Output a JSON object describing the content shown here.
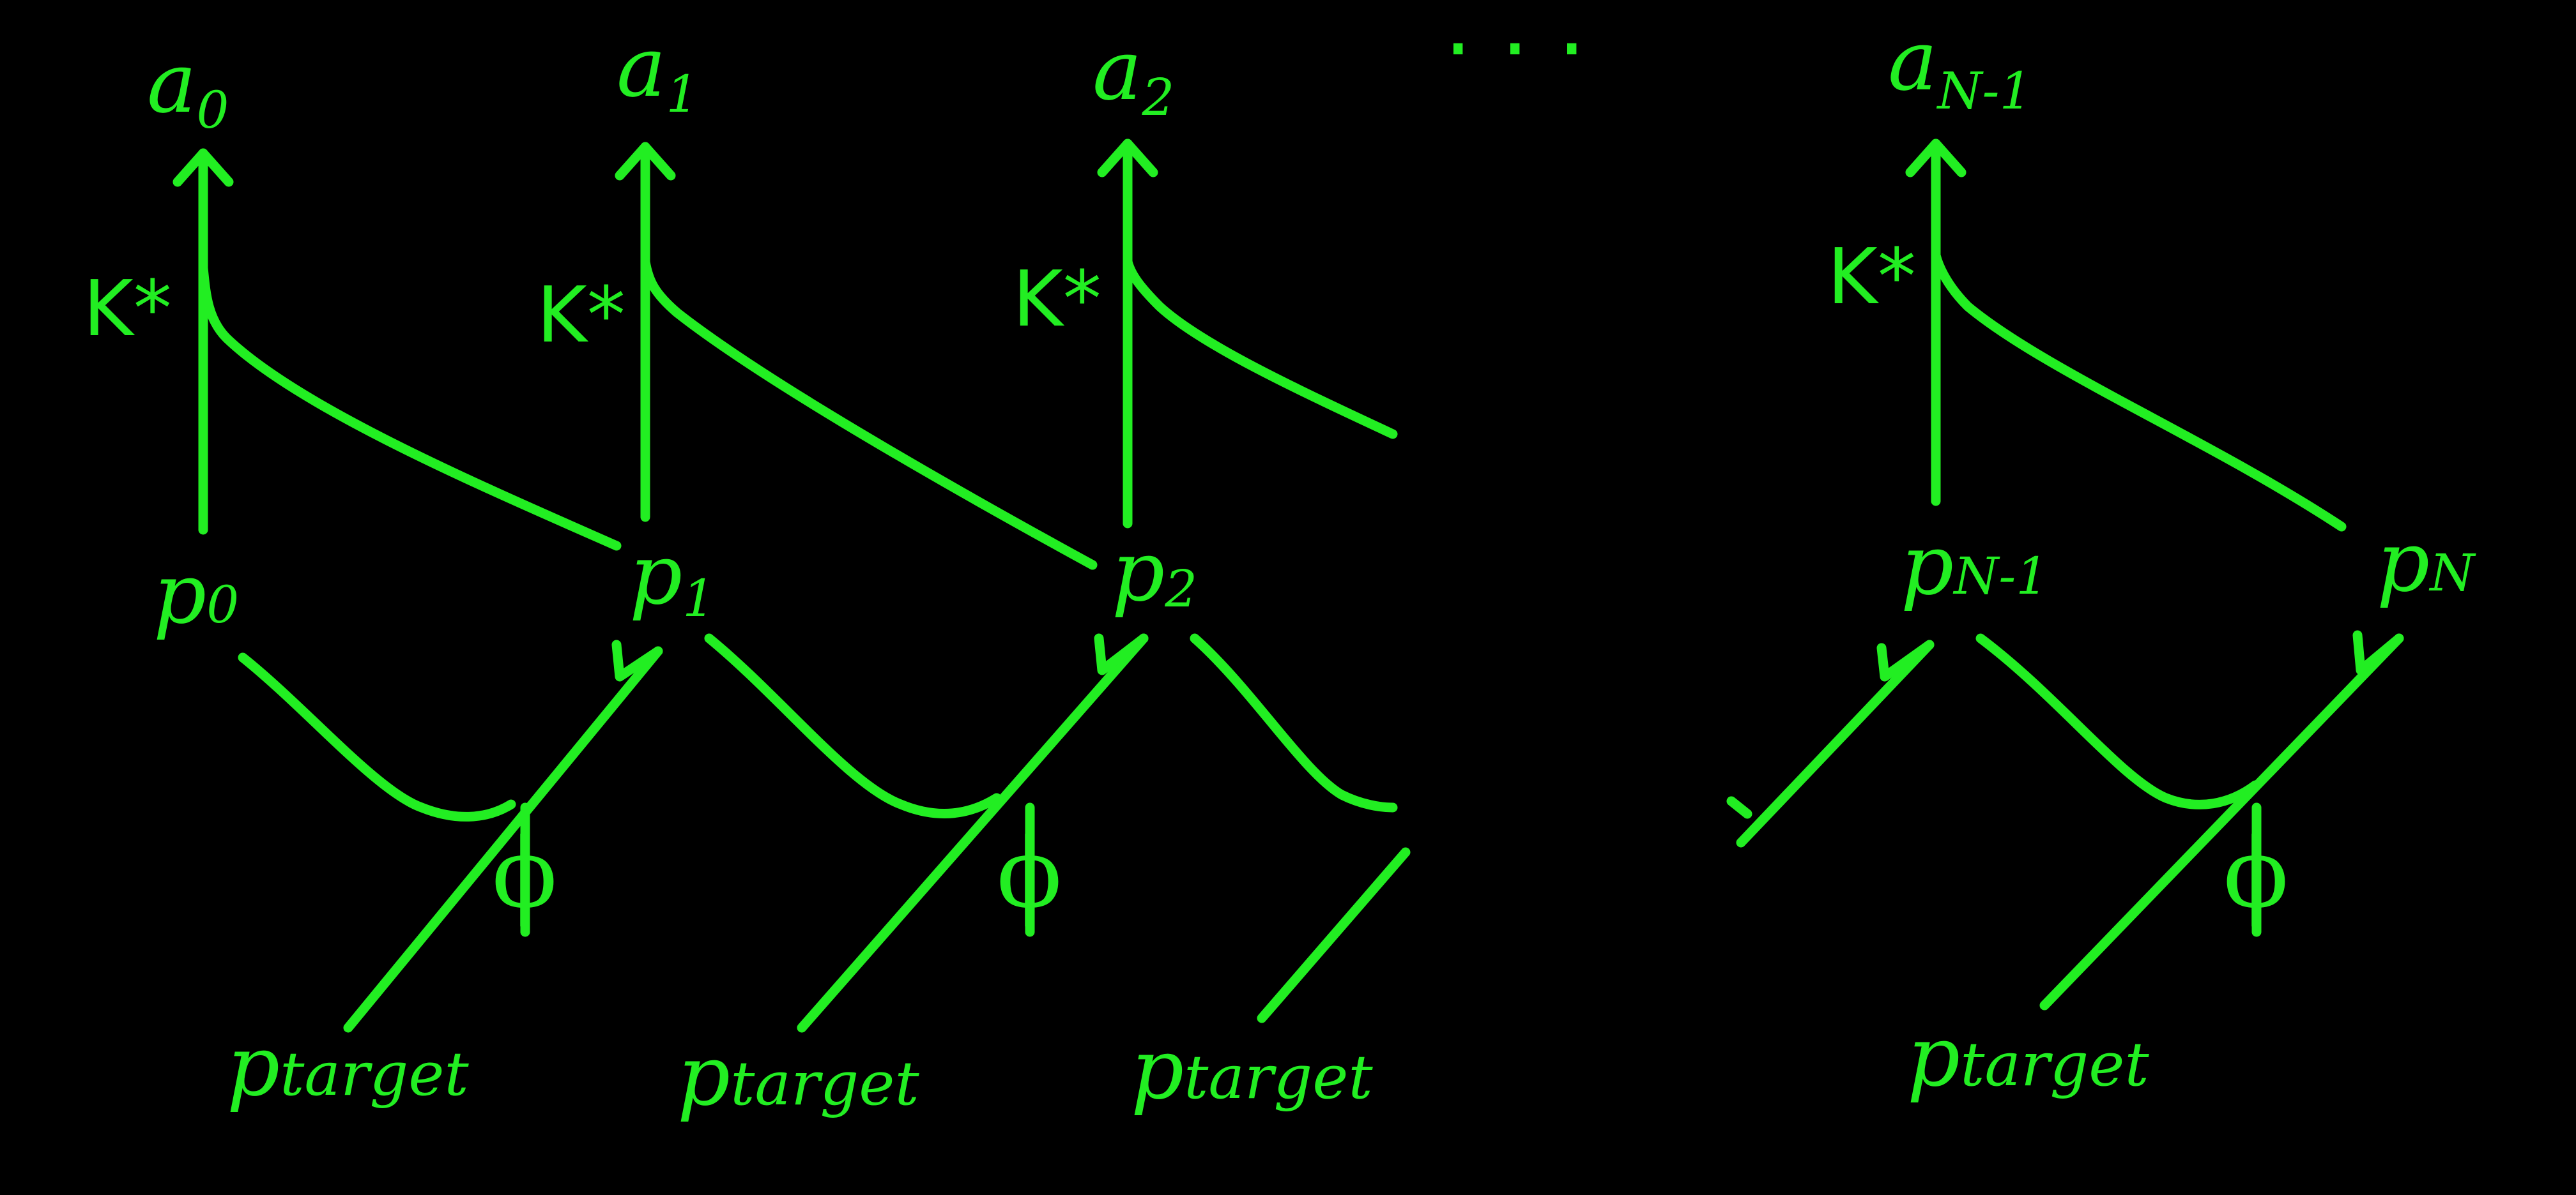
{
  "diagram": {
    "outputs": [
      {
        "main": "a",
        "sub": "0"
      },
      {
        "main": "a",
        "sub": "1"
      },
      {
        "main": "a",
        "sub": "2"
      },
      {
        "main": "a",
        "sub": "N-1"
      }
    ],
    "states": [
      {
        "main": "p",
        "sub": "0"
      },
      {
        "main": "p",
        "sub": "1"
      },
      {
        "main": "p",
        "sub": "2"
      },
      {
        "main": "p",
        "sub": "N-1"
      },
      {
        "main": "p",
        "sub": "N"
      }
    ],
    "gain_label": "K*",
    "transition_label": "ϕ",
    "target_label": {
      "main": "p",
      "sub": "target"
    },
    "ellipsis": "· · ·",
    "colors": {
      "background": "#000000",
      "stroke": "#22ee22"
    }
  }
}
